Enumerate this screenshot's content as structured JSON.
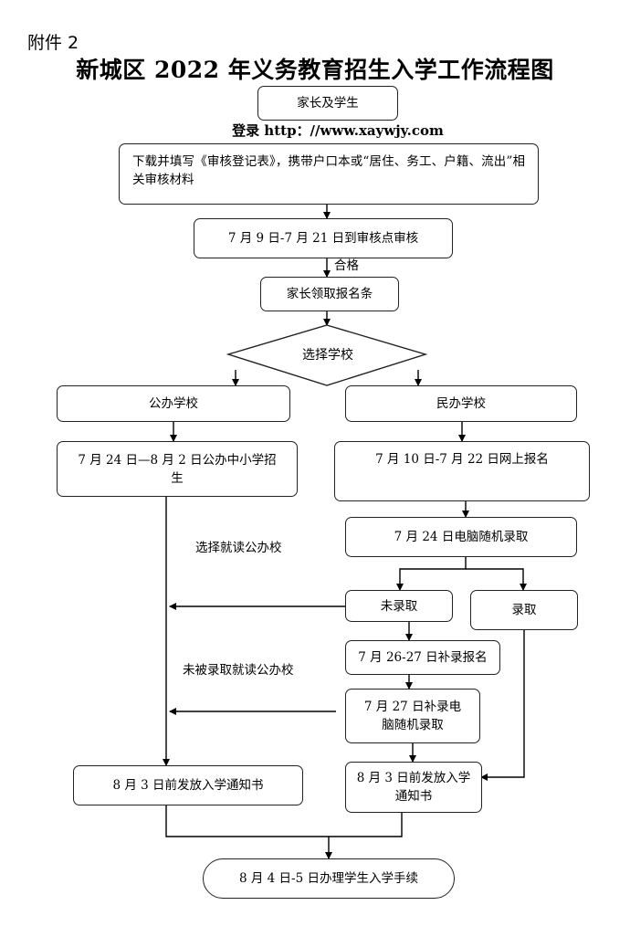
{
  "header": {
    "annex": "附件 2",
    "title": "新城区 2022 年义务教育招生入学工作流程图"
  },
  "website": "登录 http：//www.xaywjy.com",
  "nodes": {
    "parents_students": "家长及学生",
    "fill_form": "下载并填写《审核登记表》，携带户口本或“居住、务工、户籍、流出”相关审核材料",
    "review_dates": "7 月 9 日-7 月 21 日到审核点审核",
    "get_slip": "家长领取报名条",
    "choose_school": "选择学校",
    "public_school": "公办学校",
    "private_school": "民办学校",
    "public_enroll": "7 月 24 日—8 月 2 日公办中小学招生",
    "online_signup": "7 月 10 日-7 月 22 日网上报名",
    "random_admission": "7 月 24 日电脑随机录取",
    "not_admitted": "未录取",
    "admitted": "录取",
    "supplementary_signup": "7 月 26-27 日补录报名",
    "supplementary_random": "7 月 27 日补录电脑随机录取",
    "notice_public": "8 月 3 日前发放入学通知书",
    "notice_private": "8 月 3 日前发放入学通知书",
    "procedures": "8 月 4 日-5 日办理学生入学手续"
  },
  "edge_labels": {
    "qualified": "合格",
    "choose_public": "选择就读公办校",
    "not_admitted_public": "未被录取就读公办校"
  }
}
